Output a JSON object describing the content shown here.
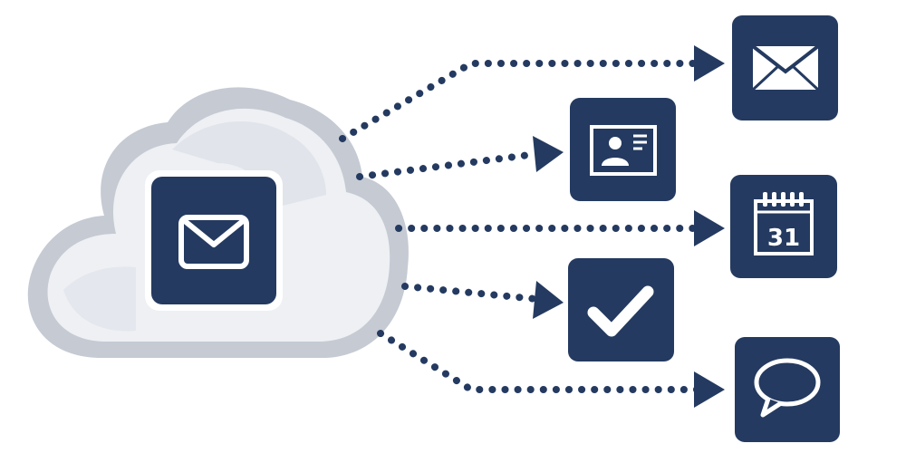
{
  "colors": {
    "tile": "#243a60",
    "connector": "#243a60",
    "cloud_outline": "#c5cad3",
    "cloud_fill": "#eef0f4",
    "cloud_shade": "#dde1e8",
    "icon": "#ffffff"
  },
  "source": {
    "name": "cloud-mail-service",
    "icon": "envelope-icon"
  },
  "targets": [
    {
      "id": "mail",
      "icon": "envelope-icon"
    },
    {
      "id": "contacts",
      "icon": "contact-card-icon"
    },
    {
      "id": "calendar",
      "icon": "calendar-icon",
      "day_label": "31"
    },
    {
      "id": "tasks",
      "icon": "checkmark-icon"
    },
    {
      "id": "chat",
      "icon": "chat-bubble-icon"
    }
  ]
}
